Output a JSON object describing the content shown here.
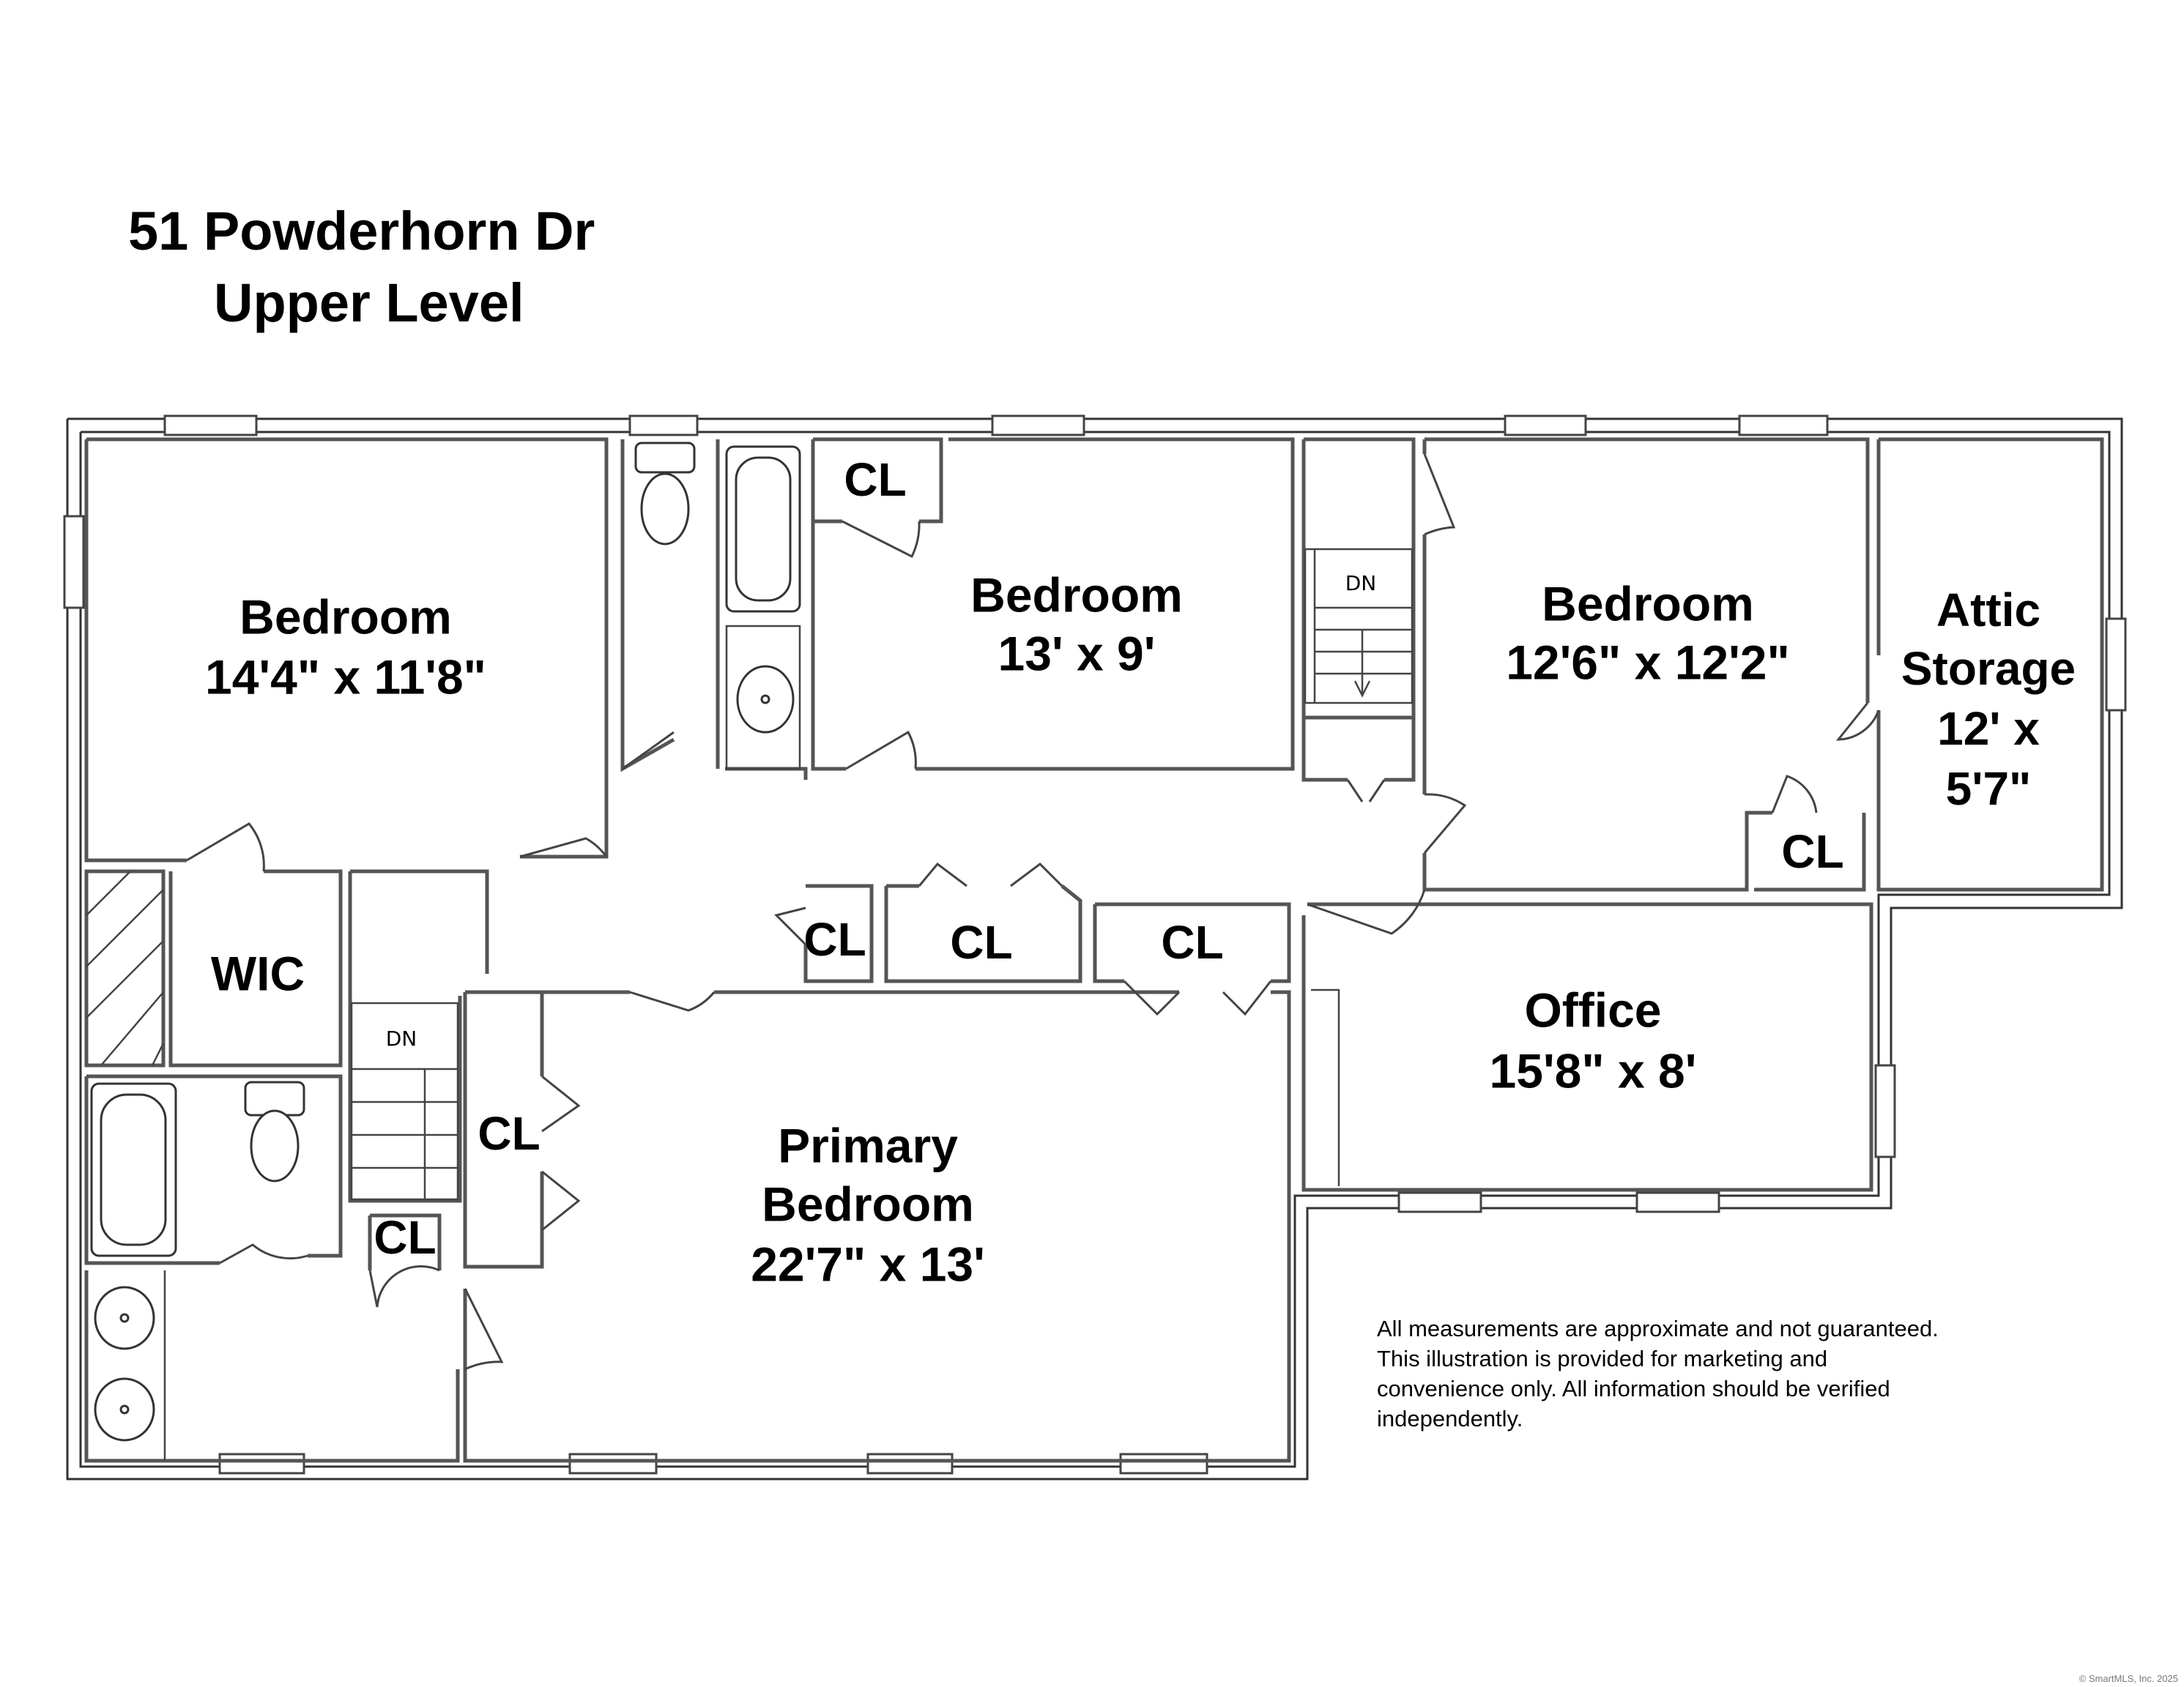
{
  "header": {
    "address": "51 Powderhorn Dr",
    "level": "Upper Level"
  },
  "rooms": {
    "bedroom_west": {
      "name": "Bedroom",
      "size": "14'4\" x 11'8\""
    },
    "bedroom_center": {
      "name": "Bedroom",
      "size": "13' x 9'"
    },
    "bedroom_east": {
      "name": "Bedroom",
      "size": "12'6\" x 12'2\""
    },
    "attic": {
      "line1": "Attic",
      "line2": "Storage",
      "line3": "12' x",
      "line4": "5'7\""
    },
    "office": {
      "name": "Office",
      "size": "15'8\" x 8'"
    },
    "primary": {
      "line1": "Primary",
      "line2": "Bedroom",
      "size": "22'7\" x 13'"
    },
    "wic": {
      "name": "WIC"
    },
    "closet_label": "CL",
    "stair_label": "DN"
  },
  "disclaimer": "All measurements are approximate and not guaranteed. This illustration is provided for marketing and convenience only. All information should be verified independently.",
  "credit": "© SmartMLS, Inc. 2025"
}
